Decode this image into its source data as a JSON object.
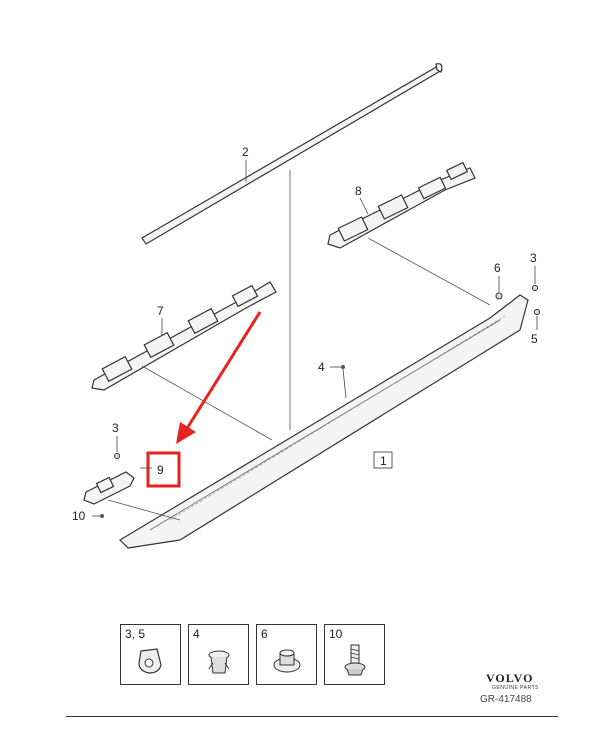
{
  "callouts": {
    "c1": "1",
    "c2": "2",
    "c3a": "3",
    "c3b": "3",
    "c4": "4",
    "c5": "5",
    "c6": "6",
    "c7": "7",
    "c8": "8",
    "c9": "9",
    "c10": "10"
  },
  "legend": [
    {
      "label": "3, 5"
    },
    {
      "label": "4"
    },
    {
      "label": "6"
    },
    {
      "label": "10"
    }
  ],
  "brand": {
    "name": "VOLVO",
    "sub": "GENUINE PARTS"
  },
  "reference": "GR-417488",
  "highlight_color": "#e8231d"
}
